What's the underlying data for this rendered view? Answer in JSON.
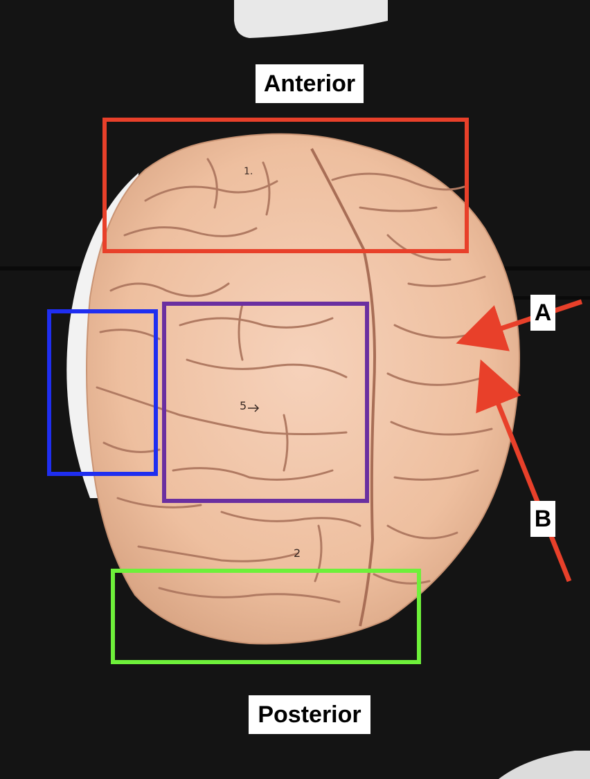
{
  "labels": {
    "anterior": "Anterior",
    "posterior": "Posterior",
    "a": "A",
    "b": "B"
  },
  "brain_model": {
    "surface_marks": [
      "1.",
      "5",
      "2"
    ]
  },
  "colors": {
    "background": "#141414",
    "brain": "#f0c4a8",
    "sulcus": "#b07a62",
    "red_box": "#e8402a",
    "blue_box": "#1f2ef0",
    "purple_box": "#6a2fa0",
    "green_box": "#6ef03a",
    "arrow": "#e8402a"
  }
}
